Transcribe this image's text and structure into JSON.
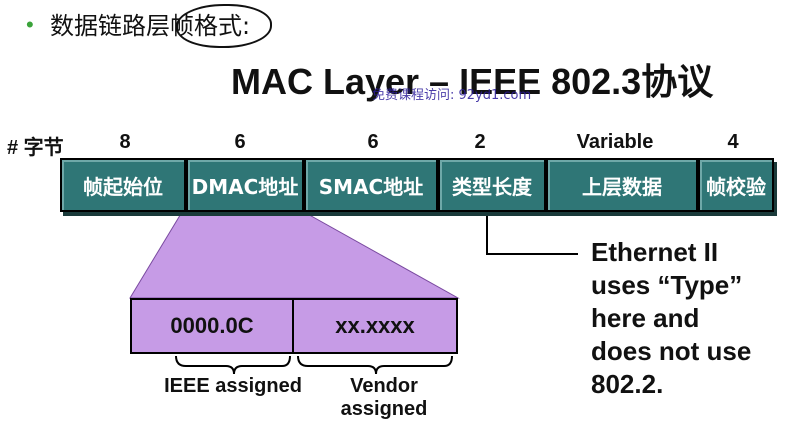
{
  "slide": {
    "bullet": "•",
    "heading": "数据链路层帧格式:",
    "title": "MAC Layer – IEEE 802.3协议",
    "watermark": "免费课程访问: 92yd1.com"
  },
  "bytes_row": {
    "label": "# 字节",
    "values": [
      "8",
      "6",
      "6",
      "2",
      "Variable",
      "4"
    ]
  },
  "frame_fields": [
    "帧起始位",
    "DMAC地址",
    "SMAC地址",
    "类型长度",
    "上层数据",
    "帧校验"
  ],
  "mac_address": {
    "parts": [
      "0000.0C",
      "xx.xxxx"
    ],
    "labels": [
      "IEEE assigned",
      "Vendor\nassigned"
    ]
  },
  "note": "Ethernet II\nuses “Type”\nhere and\ndoes not use\n802.2.",
  "colors": {
    "field_fill": "#2f7676",
    "expansion_purple": "#c69be6",
    "bullet_green": "#3aa33a"
  }
}
